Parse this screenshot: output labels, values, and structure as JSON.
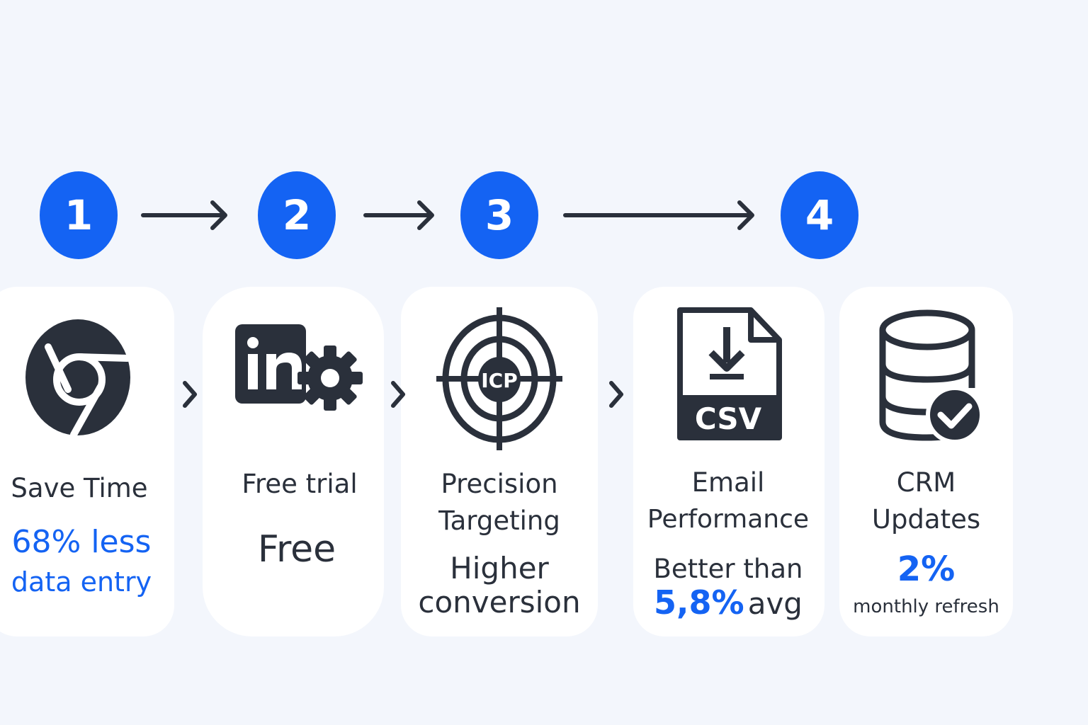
{
  "steps": [
    "1",
    "2",
    "3",
    "4"
  ],
  "colors": {
    "accent": "#1463f3",
    "dark": "#2a303b",
    "card": "#ffffff",
    "background": "#f3f6fc"
  },
  "cards": [
    {
      "icon": "chrome-icon",
      "title": "Save Time",
      "value": "68% less",
      "detail": "data entry"
    },
    {
      "icon": "linkedin-gear-icon",
      "title": "Free trial",
      "value": "Free"
    },
    {
      "icon": "target-icp-icon",
      "icon_label": "ICP",
      "title_line1": "Precision",
      "title_line2": "Targeting",
      "value_line1": "Higher",
      "value_line2": "conversion"
    },
    {
      "icon": "csv-download-icon",
      "icon_label": "CSV",
      "title_line1": "Email",
      "title_line2": "Performance",
      "value_line1": "Better than",
      "value_blue": "5,8%",
      "value_suffix": "avg"
    },
    {
      "icon": "database-check-icon",
      "title_line1": "CRM",
      "title_line2": "Updates",
      "value": "2%",
      "detail": "monthly refresh"
    }
  ]
}
